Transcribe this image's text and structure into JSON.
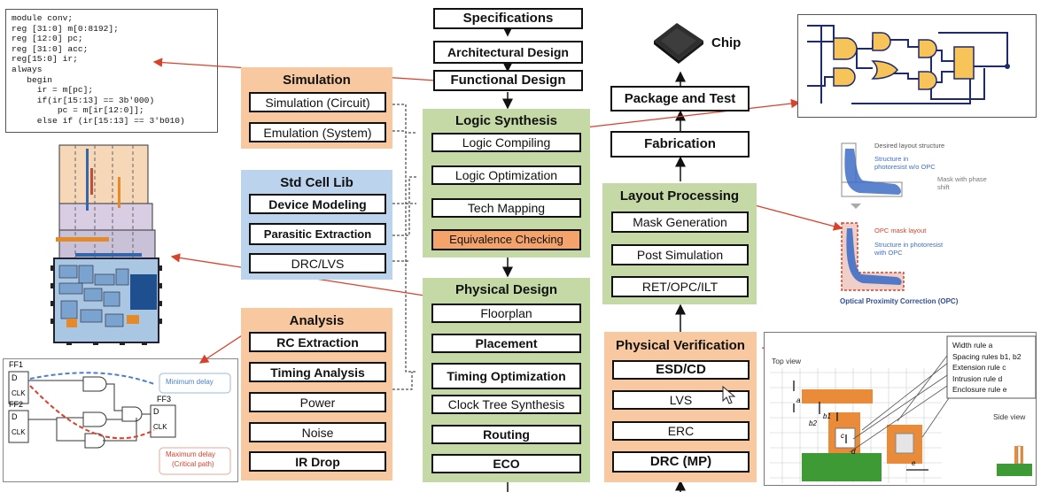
{
  "flow": {
    "specifications": "Specifications",
    "architectural_design": "Architectural Design",
    "functional_design": "Functional Design",
    "fabrication": "Fabrication",
    "package_and_test": "Package and Test",
    "chip": "Chip"
  },
  "simulation": {
    "title": "Simulation",
    "items": [
      "Simulation (Circuit)",
      "Emulation (System)"
    ]
  },
  "std_cell_lib": {
    "title": "Std Cell Lib",
    "items": [
      "Device Modeling",
      "Parasitic Extraction",
      "DRC/LVS"
    ]
  },
  "analysis": {
    "title": "Analysis",
    "items": [
      "RC Extraction",
      "Timing Analysis",
      "Power",
      "Noise",
      "IR Drop"
    ]
  },
  "logic_synthesis": {
    "title": "Logic Synthesis",
    "items": [
      "Logic Compiling",
      "Logic Optimization",
      "Tech Mapping",
      "Equivalence Checking"
    ]
  },
  "physical_design": {
    "title": "Physical Design",
    "items": [
      "Floorplan",
      "Placement",
      "Timing Optimization",
      "Clock Tree Synthesis",
      "Routing",
      "ECO"
    ]
  },
  "layout_processing": {
    "title": "Layout Processing",
    "items": [
      "Mask Generation",
      "Post Simulation",
      "RET/OPC/ILT"
    ]
  },
  "physical_verification": {
    "title": "Physical Verification",
    "items": [
      "ESD/CD",
      "LVS",
      "ERC",
      "DRC (MP)"
    ]
  },
  "code_lines": [
    "module conv;",
    "reg [31:0] m[0:8192];",
    "reg [12:0] pc;",
    "reg [31:0] acc;",
    "reg[15:0] ir;",
    "always",
    "   begin",
    "     ir = m[pc];",
    "     if(ir[15:13] == 3b'000)",
    "         pc = m[ir[12:0]];",
    "     else if (ir[15:13] == 3'b010)"
  ],
  "timing_diagram": {
    "ff1": "FF1",
    "ff2": "FF2",
    "ff3": "FF3",
    "d": "D",
    "clk": "CLK",
    "min_delay": "Minimum delay",
    "max_delay": "Maximum delay",
    "critical_path": "(Critical path)"
  },
  "opc": {
    "desired": "Desired layout structure",
    "structure_without_opc": "Structure in photoresist w/o OPC",
    "mask_phase_shift": "Mask with phase shift",
    "opc_mask_layout": "OPC mask layout",
    "structure_with_opc": "Structure in photoresist with OPC",
    "caption": "Optical Proximity Correction (OPC)"
  },
  "rules": {
    "top_view": "Top view",
    "side_view": "Side view",
    "width_rule": "Width rule a",
    "spacing_rules": "Spacing rules b1, b2",
    "extension_rule": "Extension rule c",
    "intrusion_rule": "Intrusion rule d",
    "enclosure_rule": "Enclosure rule e",
    "labels": [
      "a",
      "b1",
      "b2",
      "c",
      "d",
      "e"
    ]
  },
  "colors": {
    "green_group": "#c5d9a6",
    "orange_group": "#f8c9a0",
    "blue_group": "#bcd3ee",
    "annotation_arrow": "#d9412b",
    "gate_fill": "#f7c45a",
    "highlight_box": "#f4a46a"
  }
}
